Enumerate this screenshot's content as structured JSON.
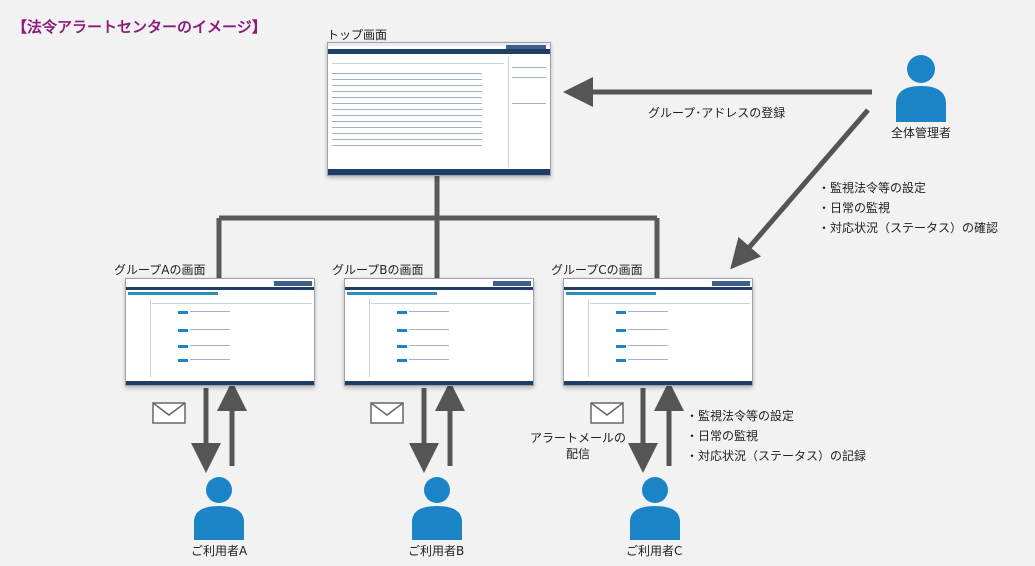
{
  "title": "【法令アラートセンターのイメージ】",
  "labels": {
    "top_screen": "トップ画面",
    "group_a_screen": "グループAの画面",
    "group_b_screen": "グループBの画面",
    "group_c_screen": "グループCの画面",
    "group_address": "グループ･アドレスの登録",
    "admin": "全体管理者",
    "user_a": "ご利用者A",
    "user_b": "ご利用者B",
    "user_c": "ご利用者C",
    "alert_mail_line1": "アラートメールの",
    "alert_mail_line2": "配信"
  },
  "admin_tasks": [
    "・監視法令等の設定",
    "・日常の監視",
    "・対応状況（ステータス）の確認"
  ],
  "user_tasks": [
    "・監視法令等の設定",
    "・日常の監視",
    "・対応状況（ステータス）の記録"
  ],
  "colors": {
    "title": "#8a1c7c",
    "person": "#1a84c7",
    "arrow": "#555555",
    "connector": "#5a5a5a"
  }
}
